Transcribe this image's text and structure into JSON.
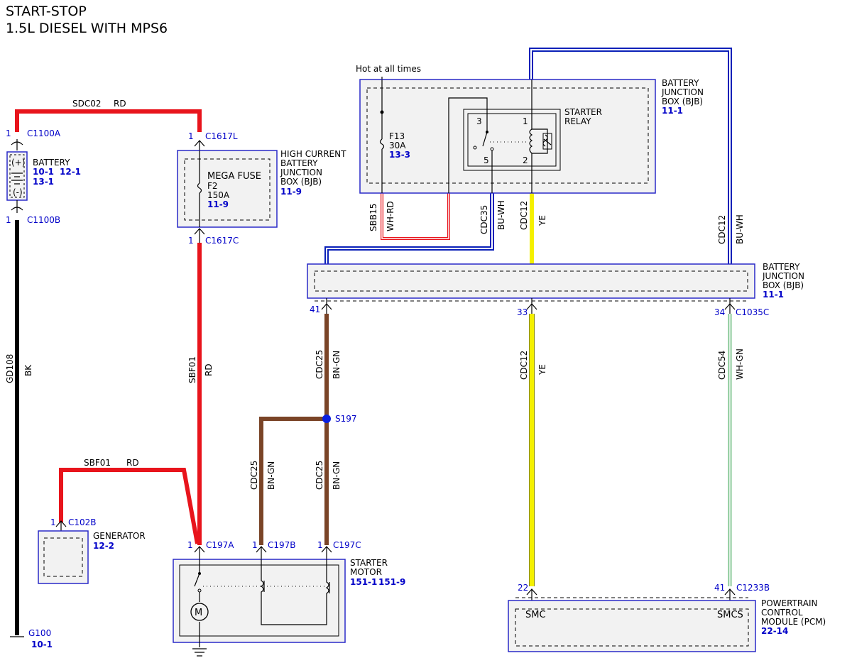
{
  "title_line1": "START-STOP",
  "title_line2": "1.5L DIESEL WITH MPS6",
  "hot_label": "Hot at all times",
  "battery": {
    "name": "BATTERY",
    "ref1": "10-1",
    "ref2": "12-1",
    "ref3": "13-1",
    "plus": "(+)",
    "minus": "(-)",
    "pin_top": "1",
    "conn_top": "C1100A",
    "pin_bot": "1",
    "conn_bot": "C1100B"
  },
  "wire_top": {
    "circuit": "SDC02",
    "color": "RD"
  },
  "mega_fuse": {
    "name": "MEGA FUSE",
    "fuse": "F2",
    "amps": "150A",
    "ref": "11-9",
    "pin_top": "1",
    "conn_top": "C1617L",
    "pin_bot": "1",
    "conn_bot": "C1617C"
  },
  "hcbjb": {
    "l1": "HIGH CURRENT",
    "l2": "BATTERY",
    "l3": "JUNCTION",
    "l4": "BOX (BJB)",
    "ref": "11-9"
  },
  "bjb_top": {
    "l1": "BATTERY",
    "l2": "JUNCTION",
    "l3": "BOX (BJB)",
    "ref": "11-1",
    "fuse": "F13",
    "amps": "30A",
    "fuse_ref": "13-3",
    "relay_l1": "STARTER",
    "relay_l2": "RELAY",
    "pin3": "3",
    "pin1": "1",
    "pin5": "5",
    "pin2": "2"
  },
  "bjb_mid": {
    "l1": "BATTERY",
    "l2": "JUNCTION",
    "l3": "BOX (BJB)",
    "ref": "11-1",
    "pin41": "41",
    "pin33": "33",
    "pin34": "34",
    "conn": "C1035C"
  },
  "wires_vertical": {
    "gd108": "GD108",
    "bk": "BK",
    "sbf01": "SBF01",
    "rd": "RD",
    "sbb15": "SBB15",
    "whrd": "WH-RD",
    "cdc35": "CDC35",
    "buwh": "BU-WH",
    "cdc12": "CDC12",
    "ye": "YE",
    "cdc12r": "CDC12",
    "buwhr": "BU-WH",
    "cdc25": "CDC25",
    "bngn": "BN-GN",
    "cdc54": "CDC54",
    "whgn": "WH-GN"
  },
  "splice": "S197",
  "gen_wire": {
    "circuit": "SBF01",
    "color": "RD"
  },
  "generator": {
    "name": "GENERATOR",
    "ref": "12-2",
    "pin": "1",
    "conn": "C102B"
  },
  "starter": {
    "l1": "STARTER",
    "l2": "MOTOR",
    "ref1": "151-1",
    "ref2": "151-9",
    "pinA": "1",
    "connA": "C197A",
    "pinB": "1",
    "connB": "C197B",
    "pinC": "1",
    "connC": "C197C"
  },
  "pcm": {
    "l1": "POWERTRAIN",
    "l2": "CONTROL",
    "l3": "MODULE (PCM)",
    "ref": "22-14",
    "smc": "SMC",
    "smcs": "SMCS",
    "pin22": "22",
    "pin41": "41",
    "conn": "C1233B"
  },
  "ground": {
    "name": "G100",
    "ref": "10-1"
  }
}
